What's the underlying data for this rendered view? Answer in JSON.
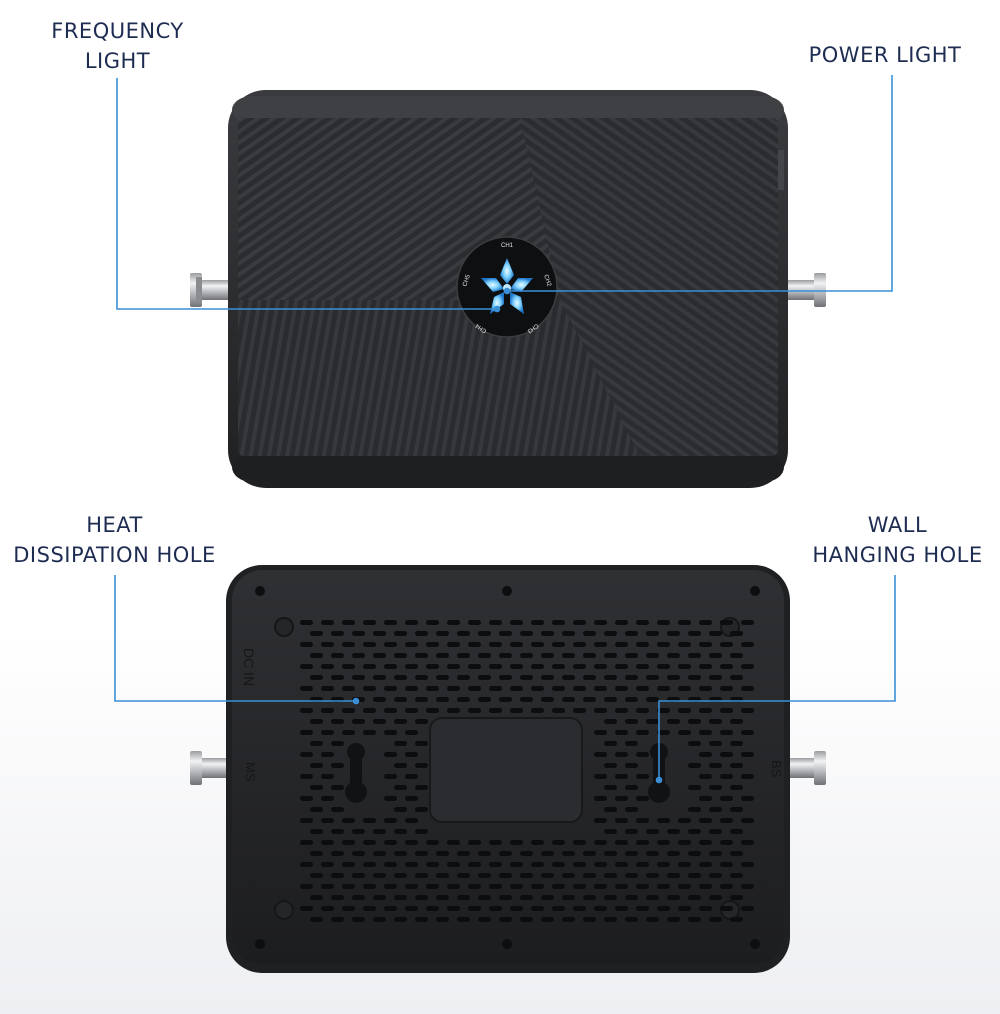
{
  "callouts": {
    "frequency_light": [
      "FREQUENCY",
      "LIGHT"
    ],
    "power_light": [
      "POWER LIGHT"
    ],
    "heat_dissipation_hole": [
      "HEAT",
      "DISSIPATION HOLE"
    ],
    "wall_hanging_hole": [
      "WALL",
      "HANGING HOLE"
    ]
  },
  "device_markings": {
    "channels": [
      "CH1",
      "CH2",
      "CH3",
      "CH4",
      "CH5"
    ],
    "dc_in": "DC IN",
    "ms": "MS",
    "bs": "BS"
  },
  "colors": {
    "callout_text": "#1e2c52",
    "leader_line": "#3a8fd6",
    "led_glow": "#7fd2ff",
    "device_body": "#2a2b2e"
  },
  "icons": [
    "led-star-icon"
  ]
}
